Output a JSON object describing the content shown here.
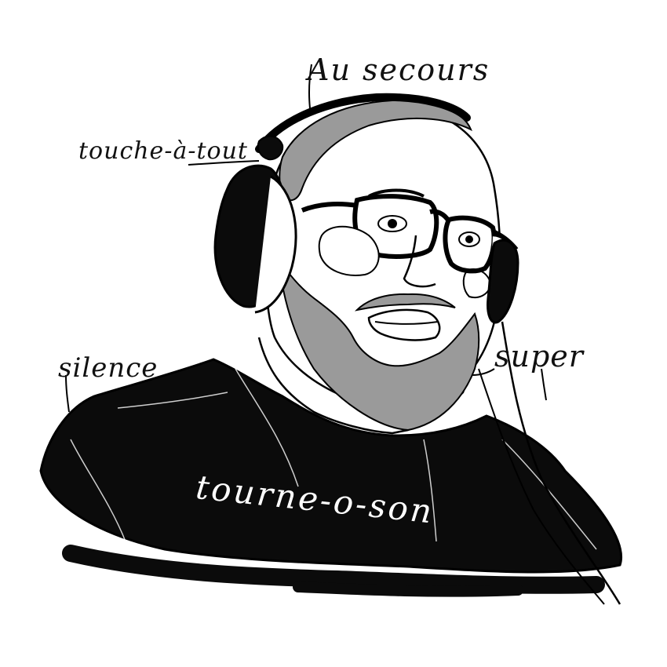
{
  "labels": {
    "top": "Au secours",
    "left": "touche-à-tout",
    "left_lower": "silence",
    "right": "super",
    "shirt": "tourne-o-son"
  },
  "colors": {
    "background": "#ffffff",
    "ink": "#111111",
    "shirt": "#0b0b0b",
    "beard": "#9a9a9a",
    "hair": "#9a9a9a",
    "skin": "#ffffff"
  }
}
